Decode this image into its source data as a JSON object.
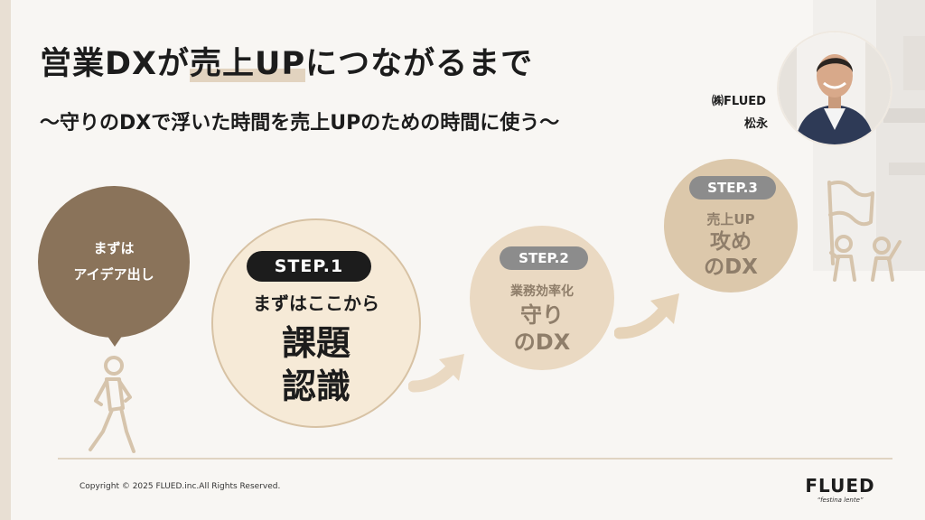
{
  "title": {
    "before": "営業DXが",
    "highlight": "売上UP",
    "after": "につながるまで"
  },
  "subtitle": "〜守りのDXで浮いた時間を売上UPのための時間に使う〜",
  "presenter": {
    "company": "㈱FLUED",
    "name": "松永"
  },
  "idea": {
    "line1": "まずは",
    "line2": "アイデア出し"
  },
  "step1": {
    "badge": "STEP.1",
    "lead": "まずはここから",
    "big1": "課題",
    "big2": "認識"
  },
  "step2": {
    "badge": "STEP.2",
    "lead": "業務効率化",
    "big1": "守り",
    "big2": "のDX"
  },
  "step3": {
    "badge": "STEP.3",
    "lead": "売上UP",
    "big1": "攻め",
    "big2": "のDX"
  },
  "footer": {
    "copyright": "Copyright © 2025 FLUED.inc.All Rights Reserved.",
    "logo": "FLUED",
    "tagline": "“festina lente”"
  },
  "colors": {
    "accent_brown": "#8a735a",
    "step1_bg": "#f6ead7",
    "step2_bg": "#ead9c2",
    "step3_bg": "#dcc8ab",
    "badge_dark": "#1c1c1c",
    "badge_gray": "#8c8c8c"
  }
}
